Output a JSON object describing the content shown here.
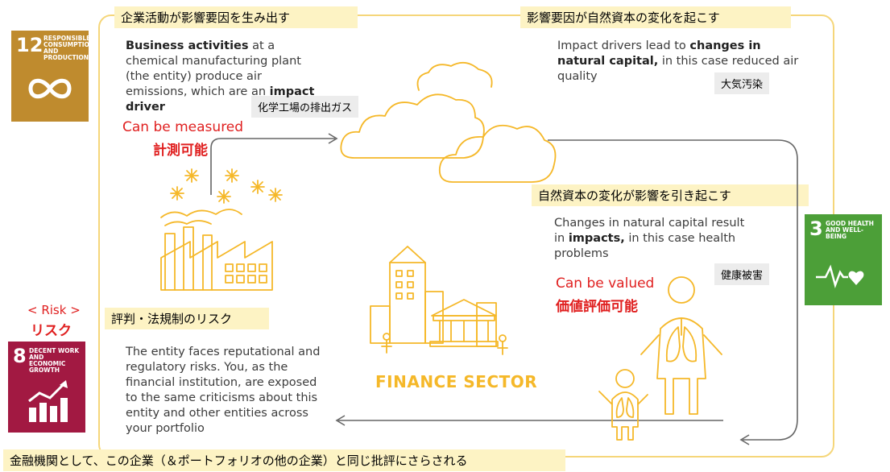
{
  "labels": {
    "j_business": "企業活動が影響要因を生み出す",
    "j_change": "影響要因が自然資本の変化を起こす",
    "j_impact": "自然資本の変化が影響を引き起こす",
    "j_risk": "評判・法規制のリスク",
    "j_bottom": "金融機関として、この企業（＆ポートフォリオの他の企業）と同じ批評にさらされる",
    "g_gas": "化学工場の排出ガス",
    "g_air": "大気汚染",
    "g_health": "健康被害"
  },
  "english": {
    "business_b1": "Business activities",
    "business_t1": " at a chemical manufacturing plant (the entity) produce air emissions, which are an ",
    "business_b2": "impact driver",
    "change_t1": "Impact drivers lead to ",
    "change_b1": "changes in natural capital,",
    "change_t2": " in this case reduced air quality",
    "impact_t1": "Changes in natural capital result in ",
    "impact_b1": "impacts,",
    "impact_t2": " in this case health problems",
    "risk_text": "The entity faces reputational and regulatory risks. You, as the financial institution, are exposed to the same criticisms about this entity and other entities across your portfolio"
  },
  "red": {
    "measured_en": "Can be measured",
    "measured_ja": "計測可能",
    "valued_en": "Can be valued",
    "valued_ja": "価値評価可能",
    "risk_en": "< Risk >",
    "risk_ja": "リスク"
  },
  "sdg": {
    "goal12": {
      "num": "12",
      "title": "Responsible consumption and production",
      "color": "#bf8b2e"
    },
    "goal3": {
      "num": "3",
      "title": "Good health and well-being",
      "color": "#4c9f38"
    },
    "goal8": {
      "num": "8",
      "title": "Decent work and economic growth",
      "color": "#a21942"
    }
  },
  "finance_label": "FINANCE SECTOR",
  "colors": {
    "accent": "#f5b829",
    "frame": "#f5d67a",
    "label_bg": "#fdf3c4",
    "red": "#e02020"
  }
}
